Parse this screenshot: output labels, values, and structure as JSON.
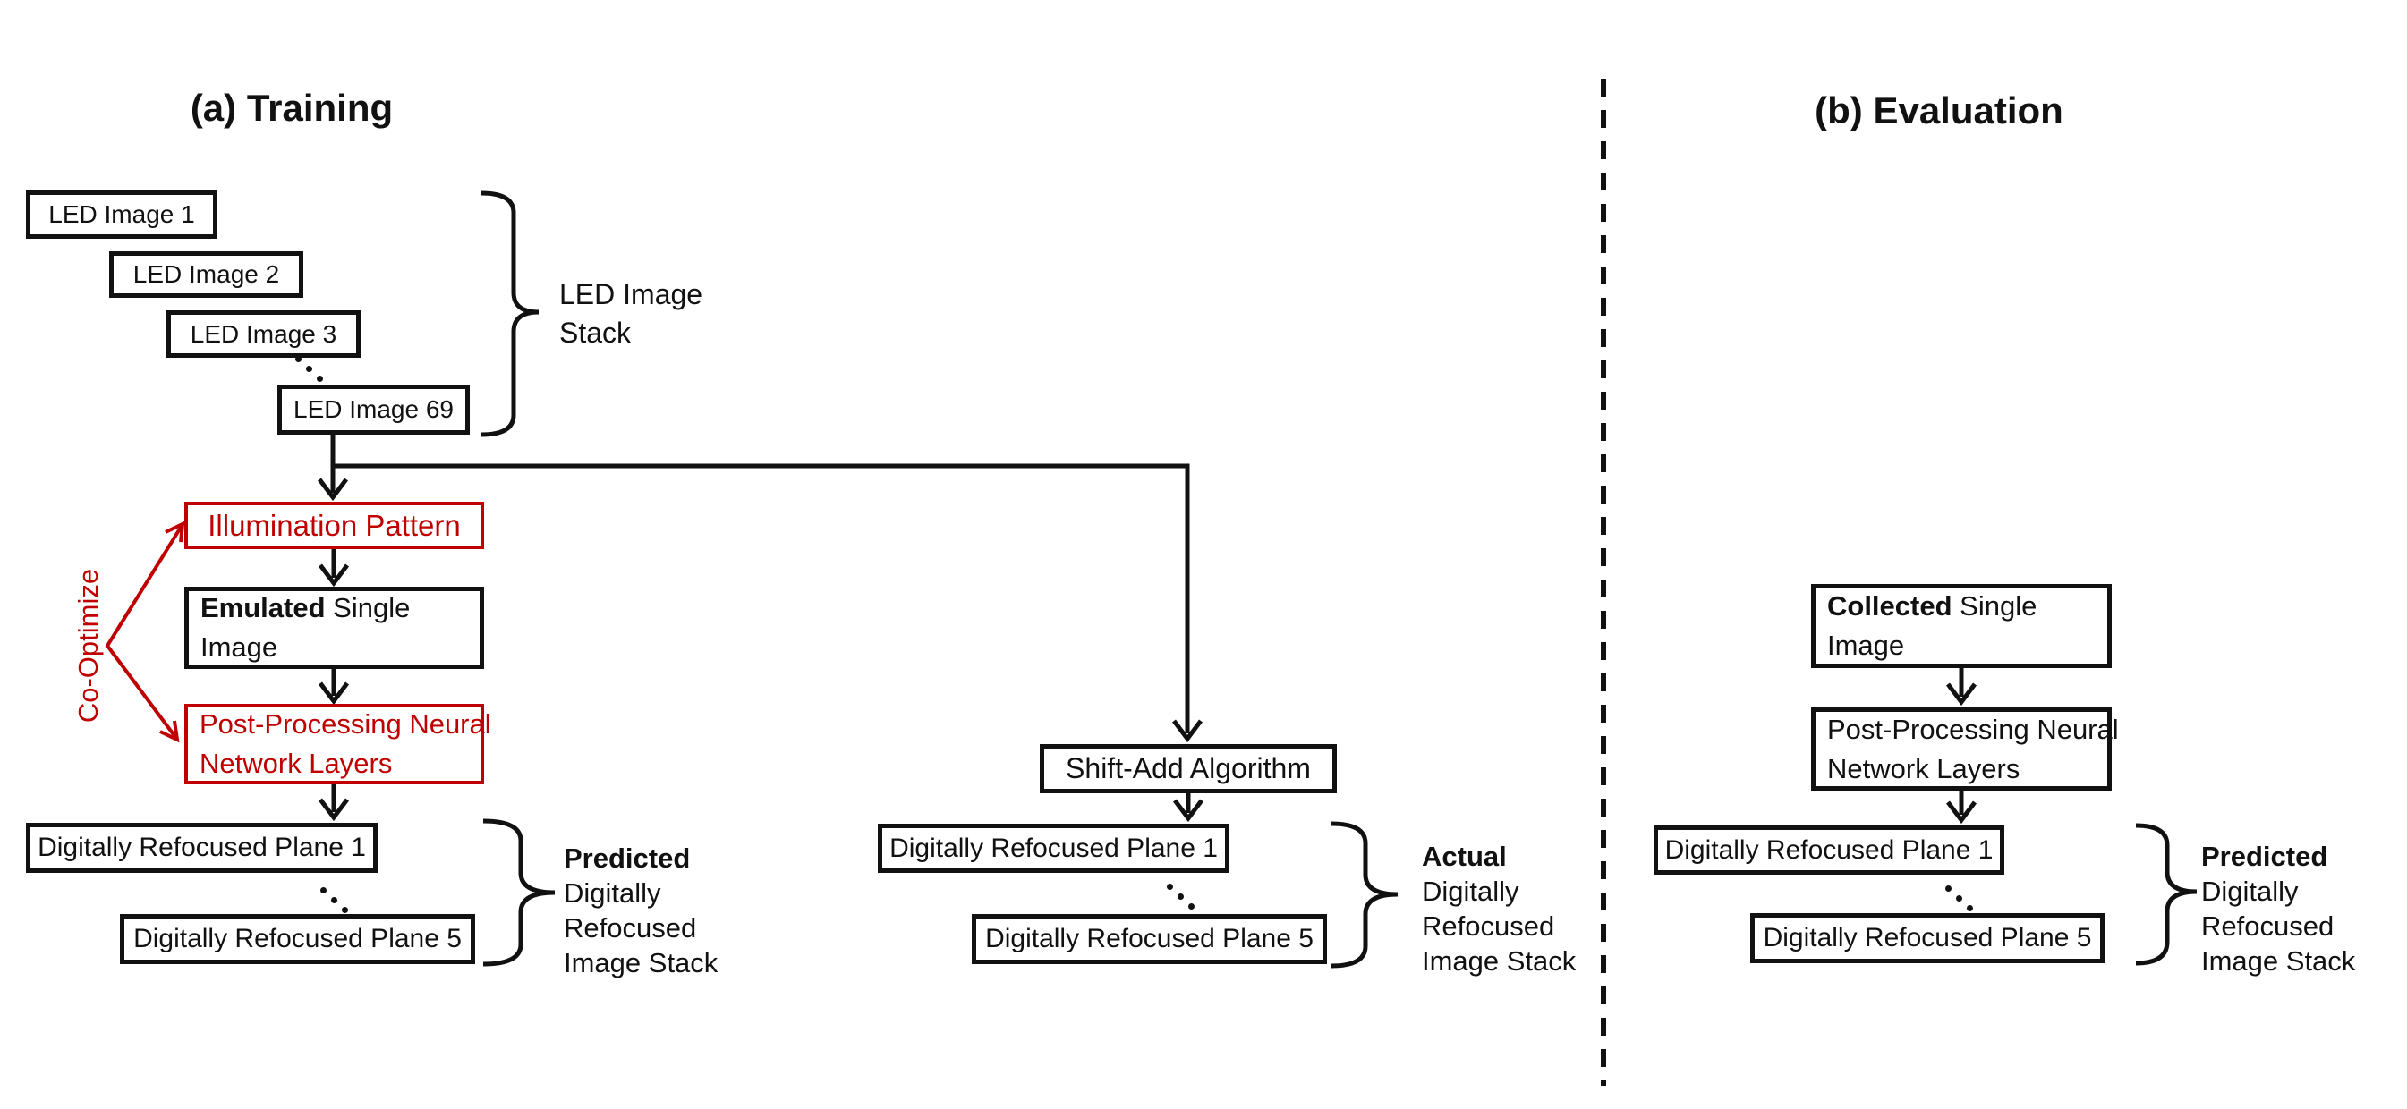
{
  "colors": {
    "red": "#c00000",
    "ink": "#111111"
  },
  "icons": {
    "ellipsis": "diagonal-dots",
    "brace": "curly-brace",
    "divider": "dashed-vertical-line"
  },
  "training": {
    "title": "(a) Training",
    "led_images": [
      "LED Image 1",
      "LED Image 2",
      "LED Image 3",
      "LED Image 69"
    ],
    "led_stack_label": [
      "LED Image",
      "Stack"
    ],
    "illumination": "Illumination Pattern",
    "emulated": {
      "bold": "Emulated",
      "rest": " Single",
      "line2": "Image"
    },
    "post_processing": [
      "Post-Processing Neural",
      "Network Layers"
    ],
    "co_optimize": "Co-Optimize",
    "predicted_plane_1": "Digitally Refocused Plane 1",
    "predicted_plane_5": "Digitally Refocused Plane 5",
    "predicted_label": {
      "bold": "Predicted",
      "lines": [
        "Digitally",
        "Refocused",
        "Image Stack"
      ]
    },
    "shift_add": "Shift-Add Algorithm",
    "actual_plane_1": "Digitally Refocused Plane 1",
    "actual_plane_5": "Digitally Refocused Plane 5",
    "actual_label": {
      "bold": "Actual",
      "lines": [
        "Digitally",
        "Refocused",
        "Image Stack"
      ]
    }
  },
  "evaluation": {
    "title": "(b) Evaluation",
    "collected": {
      "bold": "Collected",
      "rest": " Single",
      "line2": "Image"
    },
    "post_processing": [
      "Post-Processing Neural",
      "Network Layers"
    ],
    "plane_1": "Digitally Refocused Plane 1",
    "plane_5": "Digitally Refocused Plane 5",
    "predicted_label": {
      "bold": "Predicted",
      "lines": [
        "Digitally",
        "Refocused",
        "Image Stack"
      ]
    }
  }
}
